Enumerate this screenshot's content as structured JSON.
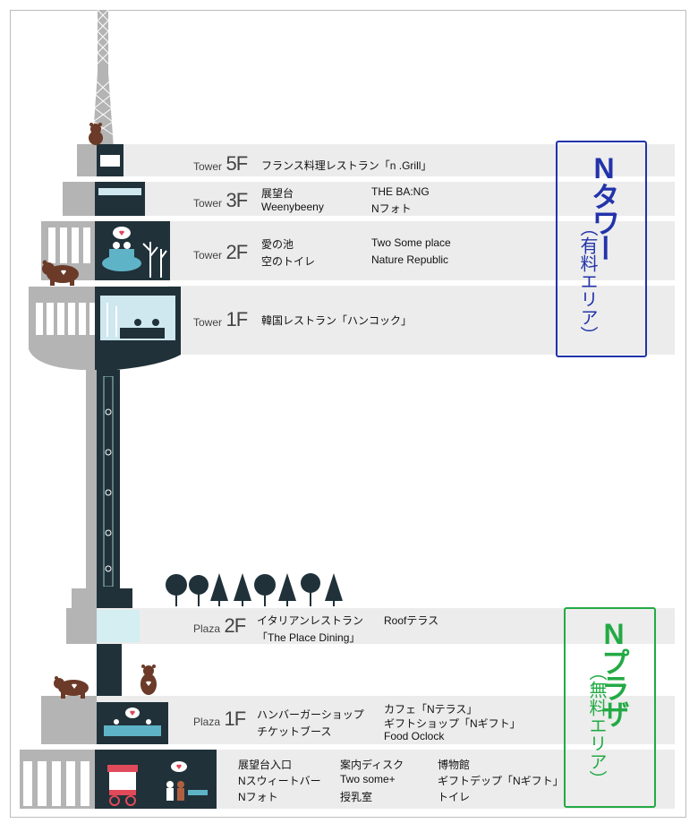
{
  "colors": {
    "tower_zone": "#2233aa",
    "plaza_zone": "#22aa44",
    "band": "#ececec",
    "structure_gray": "#b4b4b4",
    "dark_panel": "#203139",
    "bear": "#6b3a28"
  },
  "floors": {
    "t5": {
      "prefix": "Tower",
      "num": "5F",
      "items": [
        "フランス料理レストラン「n .Grill」"
      ]
    },
    "t3": {
      "prefix": "Tower",
      "num": "3F",
      "col1": [
        "展望台",
        "Weenybeeny"
      ],
      "col2": [
        "THE BA:NG",
        "Nフォト"
      ]
    },
    "t2": {
      "prefix": "Tower",
      "num": "2F",
      "col1": [
        "愛の池",
        "空のトイレ"
      ],
      "col2": [
        "Two Some place",
        "Nature Republic"
      ]
    },
    "t1": {
      "prefix": "Tower",
      "num": "1F",
      "items": [
        "韓国レストラン「ハンコック」"
      ]
    },
    "p2": {
      "prefix": "Plaza",
      "num": "2F",
      "col1": [
        "イタリアンレストラン",
        "「The Place Dining」"
      ],
      "col2": [
        "Roofテラス"
      ]
    },
    "p1": {
      "prefix": "Plaza",
      "num": "1F",
      "col1": [
        "ハンバーガーショップ",
        "チケットブース"
      ],
      "col2": [
        "カフェ「Nテラス」",
        "ギフトショップ「Nギフト」",
        "Food Oclock"
      ]
    },
    "ground": {
      "col1": [
        "展望台入口",
        "Nスウィートバー",
        "Nフォト"
      ],
      "col2": [
        "案内ディスク",
        "Two some+",
        "授乳室"
      ],
      "col3": [
        "博物館",
        "ギフトデップ「Nギフト」",
        "トイレ"
      ]
    }
  },
  "zones": {
    "tower": {
      "title": "Nタワー",
      "sub": "（有料エリア）"
    },
    "plaza": {
      "title": "Nプラザ",
      "sub": "（無料エリア）"
    }
  },
  "icons": [
    "bear-icon",
    "tree-icon",
    "heart-icon",
    "elevator-icon",
    "food-cart-icon"
  ]
}
